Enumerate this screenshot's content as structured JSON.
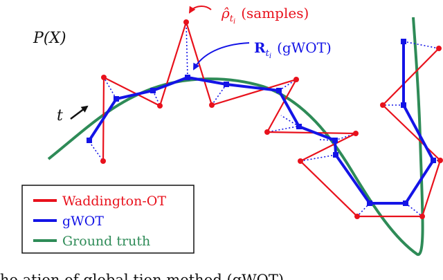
{
  "colors": {
    "waddington": "#e8111c",
    "gwot": "#1414e6",
    "ground_truth": "#2e8b57",
    "text": "#111111"
  },
  "labels": {
    "space": "P(X)",
    "time": "t",
    "samples_hat": "ρ̂",
    "samples_sub": "t",
    "samples_subsub": "i",
    "samples_suffix": "(samples)",
    "gwot_R": "R",
    "gwot_sub": "t",
    "gwot_subsub": "i",
    "gwot_suffix": "(gWOT)"
  },
  "legend": {
    "items": [
      {
        "label": "Waddington-OT",
        "color_key": "waddington"
      },
      {
        "label": "gWOT",
        "color_key": "gwot"
      },
      {
        "label": "Ground truth",
        "color_key": "ground_truth"
      }
    ]
  },
  "caption": {
    "visible_fragment": "he              ation of     global          tion method (gWOT)"
  }
}
